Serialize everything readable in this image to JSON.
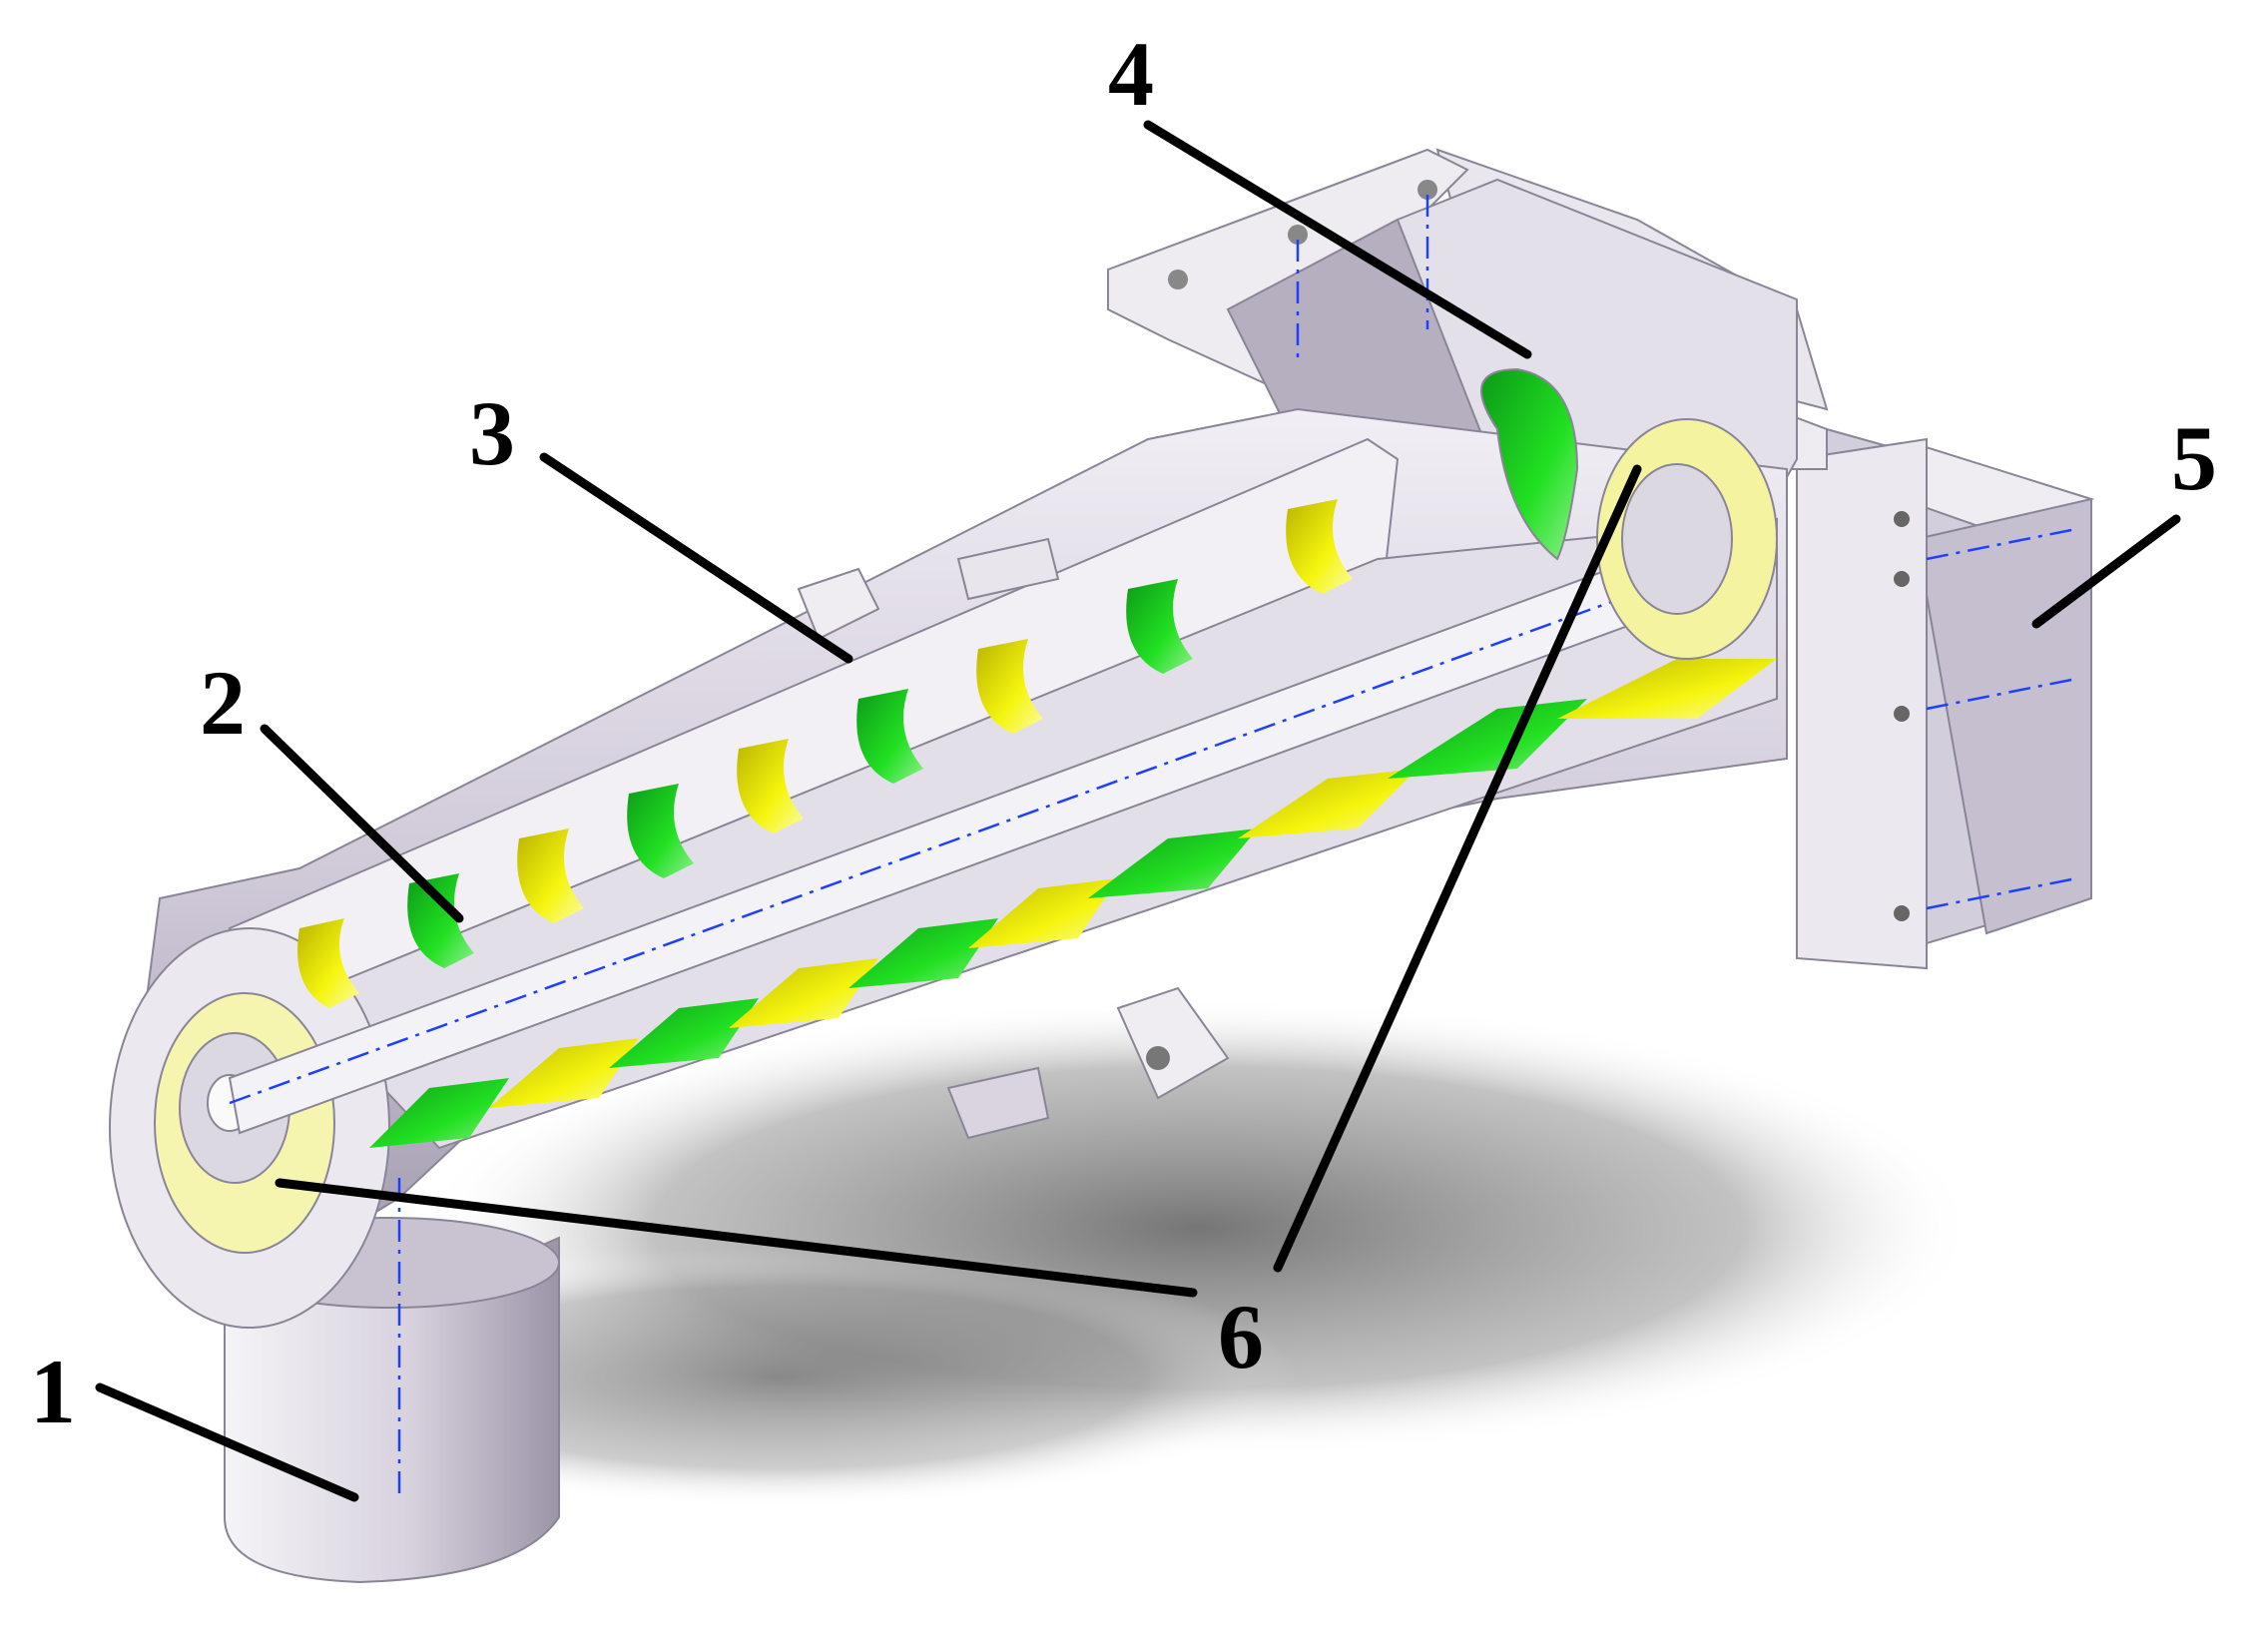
{
  "figure": {
    "callouts": [
      {
        "id": "1",
        "label": "1"
      },
      {
        "id": "2",
        "label": "2"
      },
      {
        "id": "3",
        "label": "3"
      },
      {
        "id": "4",
        "label": "4"
      },
      {
        "id": "5",
        "label": "5"
      },
      {
        "id": "6",
        "label": "6"
      }
    ],
    "colors": {
      "housing": "#d8d3e0",
      "housing_dark": "#b7b0c2",
      "shadow": "#7a7a7a",
      "green_blade": "#1fd81f",
      "yellow_blade": "#f2f20a",
      "leader_lines": "#000000",
      "center_lines": "#1f3fff"
    }
  }
}
